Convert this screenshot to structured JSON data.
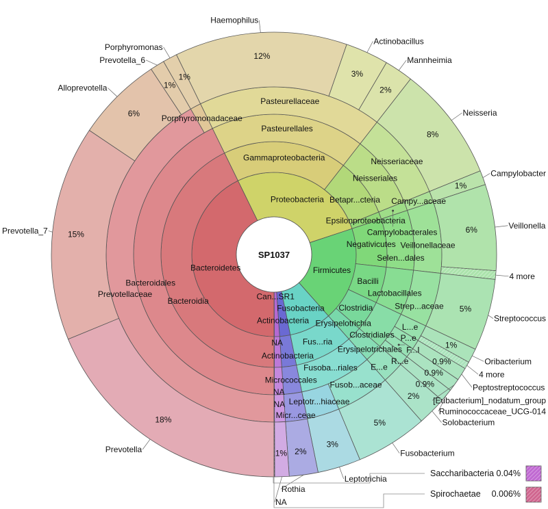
{
  "chart_data": {
    "type": "sunburst",
    "title": "",
    "root": "SP1037",
    "unit": "%",
    "nodes": [
      {
        "name": "Proteobacteria",
        "children": [
          {
            "name": "Gammaproteobacteria",
            "children": [
              {
                "name": "Pasteurellales",
                "children": [
                  {
                    "name": "Pasteurellaceae",
                    "children": [
                      {
                        "name": "Haemophilus",
                        "value": 12
                      },
                      {
                        "name": "Actinobacillus",
                        "value": 3
                      },
                      {
                        "name": "Mannheimia",
                        "value": 2
                      }
                    ]
                  }
                ]
              }
            ]
          },
          {
            "name": "Betapr...cteria",
            "children": [
              {
                "name": "Neisseriales",
                "children": [
                  {
                    "name": "Neisseriaceae",
                    "children": [
                      {
                        "name": "Neisseria",
                        "value": 8
                      }
                    ]
                  }
                ]
              }
            ]
          },
          {
            "name": "Epsilonproteobacteria",
            "children": [
              {
                "name": "Campylobacterales",
                "children": [
                  {
                    "name": "Campy...aceae",
                    "children": [
                      {
                        "name": "Campylobacter",
                        "value": 1
                      }
                    ]
                  }
                ]
              }
            ]
          }
        ]
      },
      {
        "name": "Firmicutes",
        "children": [
          {
            "name": "Negativicutes",
            "children": [
              {
                "name": "Selen...dales",
                "children": [
                  {
                    "name": "Veillonellaceae",
                    "children": [
                      {
                        "name": "Veillonella",
                        "value": 6
                      },
                      {
                        "name": "4 more",
                        "value": 0.6
                      }
                    ]
                  }
                ]
              }
            ]
          },
          {
            "name": "Bacilli",
            "children": [
              {
                "name": "Lactobacillales",
                "children": [
                  {
                    "name": "Strep...aceae",
                    "children": [
                      {
                        "name": "Streptococcus",
                        "value": 5
                      }
                    ]
                  }
                ]
              }
            ]
          },
          {
            "name": "Clostridia",
            "children": [
              {
                "name": "Clostridiales",
                "children": [
                  {
                    "name": "L...e",
                    "children": [
                      {
                        "name": "Oribacterium",
                        "value": 1
                      },
                      {
                        "name": "4 more",
                        "value": 0.5
                      }
                    ]
                  },
                  {
                    "name": "P...e",
                    "children": [
                      {
                        "name": "Peptostreptococcus",
                        "value": 0.9
                      }
                    ]
                  },
                  {
                    "name": "F...I",
                    "children": [
                      {
                        "name": "[Eubacterium]_nodatum_group",
                        "value": 0.9
                      }
                    ]
                  },
                  {
                    "name": "R...e",
                    "children": [
                      {
                        "name": "Ruminococcaceae_UCG-014",
                        "value": 0.9
                      }
                    ]
                  }
                ]
              }
            ]
          },
          {
            "name": "Erysipelotrichia",
            "children": [
              {
                "name": "Erysipelotrichales",
                "children": [
                  {
                    "name": "E...e",
                    "children": [
                      {
                        "name": "Solobacterium",
                        "value": 2
                      }
                    ]
                  }
                ]
              }
            ]
          }
        ]
      },
      {
        "name": "Fusobacteria",
        "children": [
          {
            "name": "Fus...ria",
            "children": [
              {
                "name": "Fusoba...riales",
                "children": [
                  {
                    "name": "Fusob...aceae",
                    "children": [
                      {
                        "name": "Fusobacterium",
                        "value": 5
                      }
                    ]
                  },
                  {
                    "name": "Leptotr...hiaceae",
                    "children": [
                      {
                        "name": "Leptotrichia",
                        "value": 3
                      }
                    ]
                  }
                ]
              }
            ]
          }
        ]
      },
      {
        "name": "Actinobacteria",
        "children": [
          {
            "name": "Actinobacteria",
            "children": [
              {
                "name": "Micrococcales",
                "children": [
                  {
                    "name": "Micr...ceae",
                    "children": [
                      {
                        "name": "Rothia",
                        "value": 2
                      }
                    ]
                  }
                ]
              }
            ]
          }
        ]
      },
      {
        "name": "Can...SR1",
        "children": [
          {
            "name": "NA",
            "children": [
              {
                "name": "NA",
                "children": [
                  {
                    "name": "NA",
                    "children": [
                      {
                        "name": "NA",
                        "value": 1
                      }
                    ]
                  }
                ]
              }
            ]
          }
        ]
      },
      {
        "name": "Saccharibacteria",
        "value": 0.04
      },
      {
        "name": "Spirochaetae",
        "value": 0.006
      },
      {
        "name": "Bacteroidetes",
        "children": [
          {
            "name": "Bacteroidia",
            "children": [
              {
                "name": "Bacteroidales",
                "children": [
                  {
                    "name": "Prevotellaceae",
                    "children": [
                      {
                        "name": "Prevotella",
                        "value": 18
                      },
                      {
                        "name": "Prevotella_7",
                        "value": 15
                      },
                      {
                        "name": "Alloprevotella",
                        "value": 6
                      },
                      {
                        "name": "Prevotella_6",
                        "value": 1
                      }
                    ]
                  },
                  {
                    "name": "Porphyromonadaceae",
                    "children": [
                      {
                        "name": "Porphyromonas",
                        "value": 1
                      }
                    ]
                  }
                ]
              }
            ]
          }
        ]
      }
    ],
    "callouts": [
      {
        "name": "Saccharibacteria",
        "value_label": "0.04%",
        "color": "#c069d2"
      },
      {
        "name": "Spirochaetae",
        "value_label": "0.006%",
        "color": "#d0668f"
      }
    ]
  }
}
